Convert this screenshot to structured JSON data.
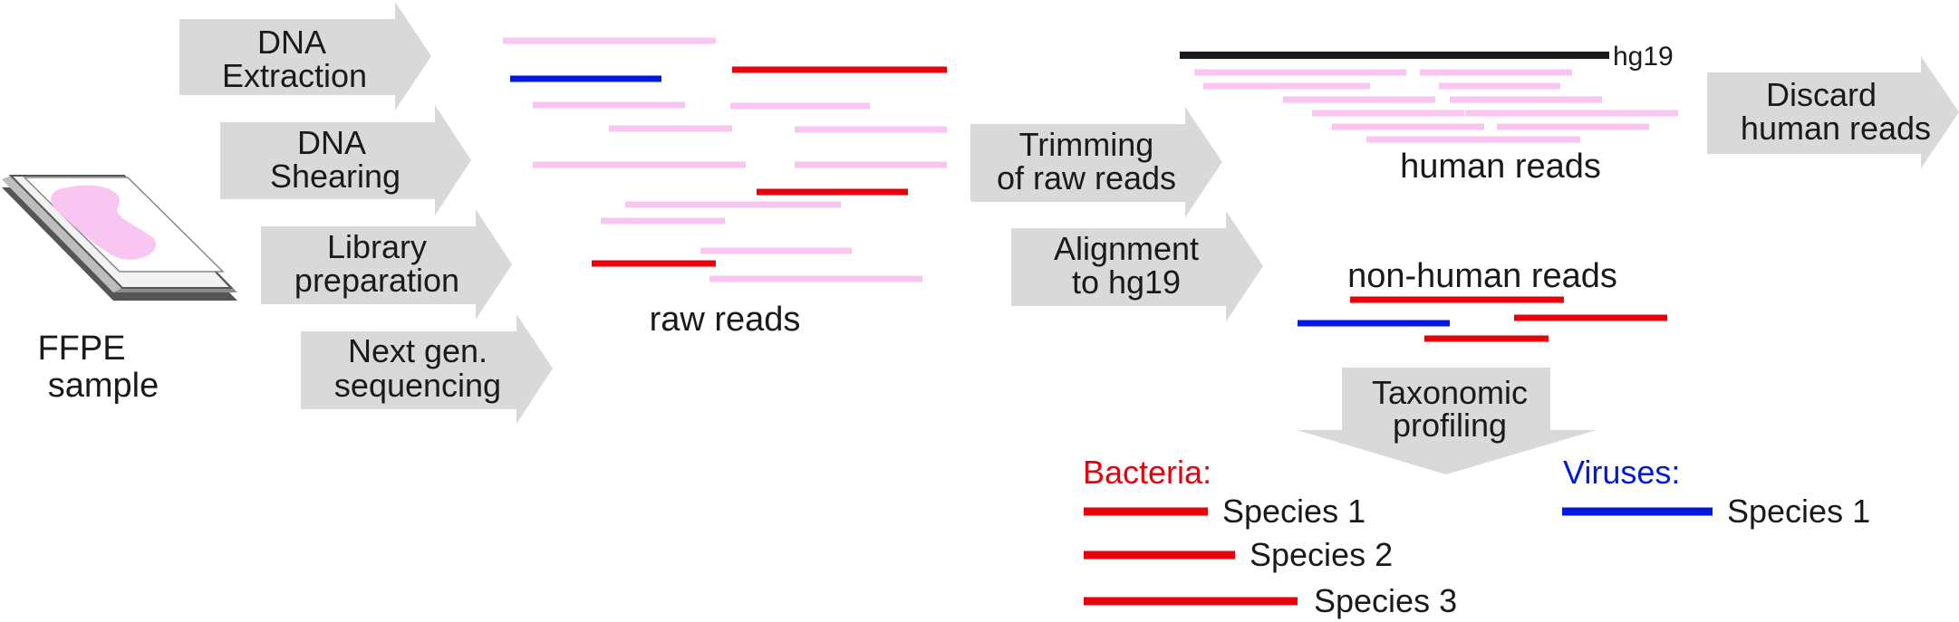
{
  "colors": {
    "arrow_fill": "#d9d9d9",
    "text": "#1a1a1a",
    "read_pink": "#f8c6f0",
    "bacteria_red": "#e8000b",
    "virus_blue": "#0018e0",
    "reference_black": "#1a1a1a",
    "slide_gray": "#b3b3b3",
    "slide_tissue": "#f8c6f0"
  },
  "sample": {
    "icon": "ffpe-slide-icon",
    "label_line1": "FFPE",
    "label_line2": "sample"
  },
  "steps": {
    "dna_extraction": {
      "line1": "DNA",
      "line2": "Extraction"
    },
    "dna_shearing": {
      "line1": "DNA",
      "line2": "Shearing"
    },
    "library_prep": {
      "line1": "Library",
      "line2": "preparation"
    },
    "next_gen_seq": {
      "line1": "Next gen.",
      "line2": "sequencing"
    },
    "trimming": {
      "line1": "Trimming",
      "line2": "of raw reads"
    },
    "alignment": {
      "line1": "Alignment",
      "line2": "to hg19"
    },
    "discard": {
      "line1": "Discard",
      "line2": "human reads"
    },
    "taxonomic": {
      "line1": "Taxonomic",
      "line2": "profiling"
    }
  },
  "reads": {
    "raw_label": "raw reads",
    "reference_label": "hg19",
    "human_label": "human reads",
    "nonhuman_label": "non-human reads"
  },
  "results": {
    "bacteria": {
      "title": "Bacteria:",
      "species": [
        {
          "name": "Species 1"
        },
        {
          "name": "Species 2"
        },
        {
          "name": "Species 3"
        }
      ]
    },
    "viruses": {
      "title": "Viruses:",
      "species": [
        {
          "name": "Species 1"
        }
      ]
    }
  }
}
